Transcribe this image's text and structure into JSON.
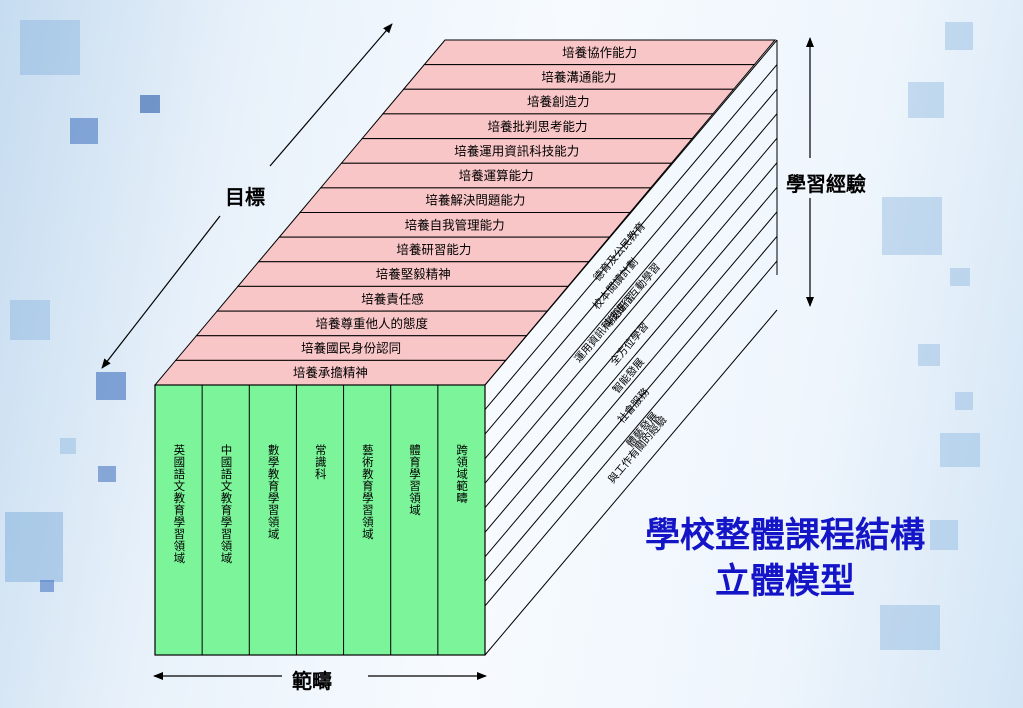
{
  "title_line1": "學校整體課程結構",
  "title_line2": "立體模型",
  "axis_goal": "目標",
  "axis_experience": "學習經驗",
  "axis_scope": "範疇",
  "goals": [
    "培養協作能力",
    "培養溝通能力",
    "培養創造力",
    "培養批判思考能力",
    "培養運用資訊科技能力",
    "培養運算能力",
    "培養解決問題能力",
    "培養自我管理能力",
    "培養研習能力",
    "培養堅毅精神",
    "培養責任感",
    "培養尊重他人的態度",
    "培養國民身份認同",
    "培養承擔精神"
  ],
  "subjects": [
    "英國語文教育學習領域",
    "中國語文教育學習領域",
    "數學教育學習領域",
    "常識科",
    "藝術教育學習領域",
    "體育學習領域",
    "跨領域範疇"
  ],
  "experiences": [
    "德育及公民教育",
    "校本閱讀計劃",
    "專題研習",
    "運用資訊科技進行互動學習",
    "全方位學習",
    "智能發展",
    "社會服務",
    "體藝發展",
    "與工作有關的經驗"
  ],
  "colors": {
    "front_face": "#7cf59a",
    "top_face": "#f9c6c8",
    "title": "#1515c8",
    "line": "#000000"
  }
}
